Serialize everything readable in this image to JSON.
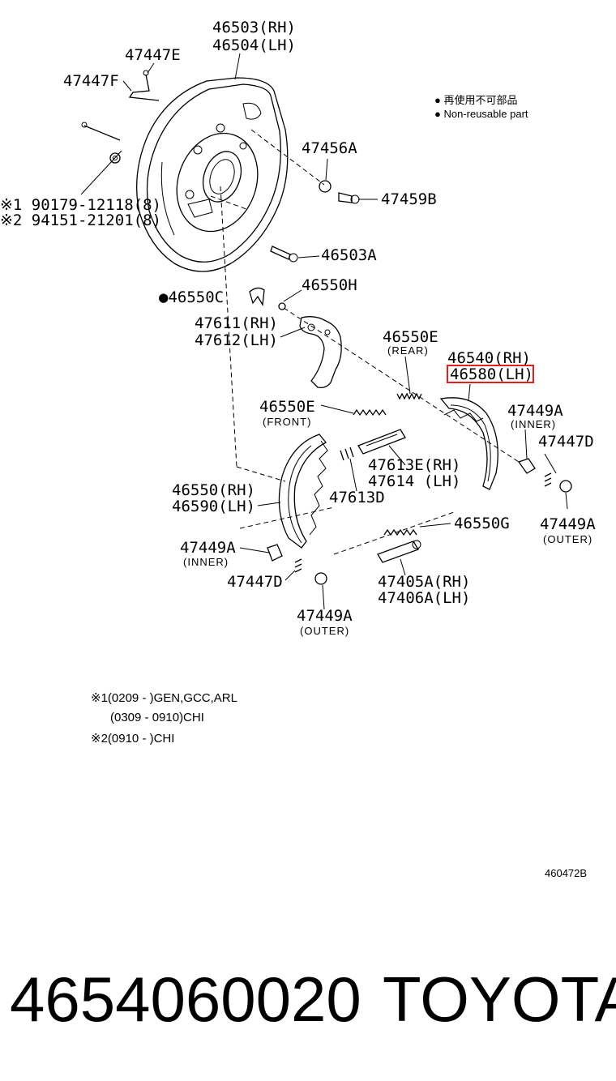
{
  "labels": {
    "l46503rh": "46503(RH)",
    "l46504lh": "46504(LH)",
    "l47447e": "47447E",
    "l47447f": "47447F",
    "l47456a": "47456A",
    "l47459b": "47459B",
    "l90179": "※1 90179-12118(8)",
    "l294151": "※2 94151-21201(8)",
    "l46503a": "46503A",
    "l46550c": "●46550C",
    "l46550h": "46550H",
    "l47611rh": "47611(RH)",
    "l47612lh": "47612(LH)",
    "l46550e_rear": "46550E",
    "rear": "(REAR)",
    "l46540rh": "46540(RH)",
    "l46580lh": "46580(LH)",
    "l46550e_front": "46550E",
    "front": "(FRONT)",
    "l47449a_r_inner": "47449A",
    "inner_r": "(INNER)",
    "l47447d_r": "47447D",
    "l47613erh": "47613E(RH)",
    "l47614lh": "47614  (LH)",
    "l46550rh": "46550(RH)",
    "l46590lh": "46590(LH)",
    "l47613d": "47613D",
    "l46550g": "46550G",
    "l47449a_r_outer": "47449A",
    "outer_r": "(OUTER)",
    "l47449a_l_inner": "47449A",
    "inner_l": "(INNER)",
    "l47447d_l": "47447D",
    "l47405arh": "47405A(RH)",
    "l47406alh": "47406A(LH)",
    "l47449a_l_outer": "47449A",
    "outer_l": "(OUTER)"
  },
  "legend": {
    "line1": "● 再使用不可部品",
    "line2": "● Non-reusable part"
  },
  "notes": {
    "n1": "※1(0209 -     )GEN,GCC,ARL",
    "n2": "(0309 - 0910)CHI",
    "n3": "※2(0910 -     )CHI"
  },
  "diagram_code": "460472B",
  "caption": {
    "part_number": "4654060020",
    "brand": "TOYOTA"
  },
  "highlight_color": "#e0211b"
}
